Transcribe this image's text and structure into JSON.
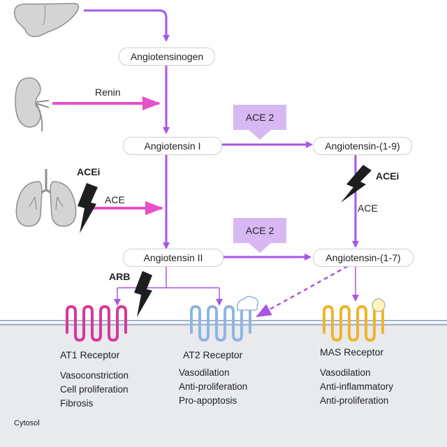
{
  "nodes": {
    "angiotensinogen": "Angiotensinogen",
    "angiotensin_i": "Angiotensin I",
    "angiotensin_ii": "Angiotensin II",
    "angiotensin_1_9": "Angiotensin-(1-9)",
    "angiotensin_1_7": "Angiotensin-(1-7)"
  },
  "enzymes": {
    "renin": "Renin",
    "ace_left": "ACE",
    "ace_right": "ACE",
    "ace2_top": "ACE 2",
    "ace2_bottom": "ACE 2"
  },
  "inhibitors": {
    "acei_left": "ACEi",
    "acei_right": "ACEi",
    "arb": "ARB"
  },
  "receptors": [
    {
      "name": "AT1 Receptor",
      "effects": [
        "Vasoconstriction",
        "Cell proliferation",
        "Fibrosis"
      ],
      "color": "#d6389a"
    },
    {
      "name": "AT2 Receptor",
      "effects": [
        "Vasodilation",
        "Anti-proliferation",
        "Pro-apoptosis"
      ],
      "color": "#8fb4e3"
    },
    {
      "name": "MAS Receptor",
      "effects": [
        "Vasodilation",
        "Anti-inflammatory",
        "Anti-proliferation"
      ],
      "color": "#f0b429"
    }
  ],
  "compartment_label": "Cytosol",
  "colors": {
    "arrow_purple": "#a855e6",
    "arrow_pink": "#e650c8",
    "ace2_box": "#d7b8f3",
    "membrane": "#9fb3c8",
    "cytosol_bg": "#e8eaed"
  },
  "icons": [
    "liver-icon",
    "kidney-icon",
    "lungs-icon",
    "lightning-icon"
  ]
}
